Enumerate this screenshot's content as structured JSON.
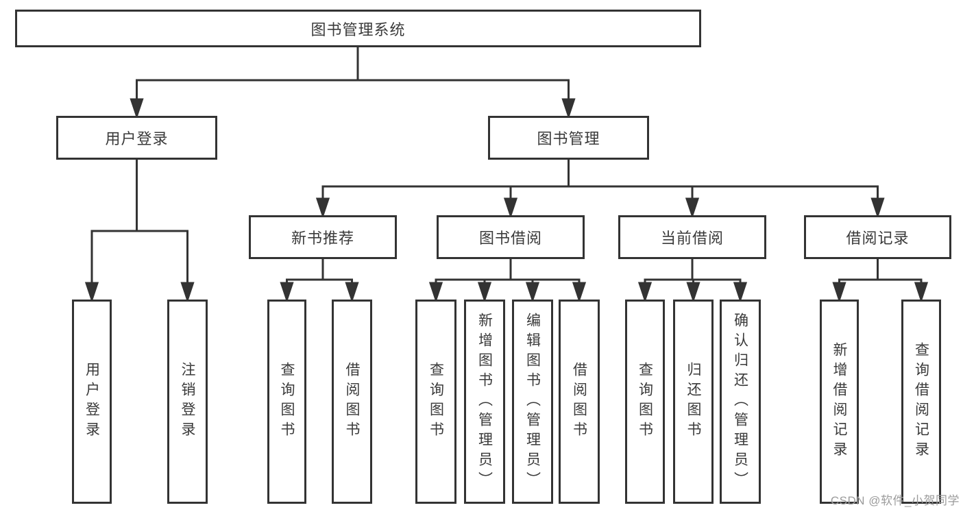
{
  "nodes": {
    "root": {
      "label": "图书管理系统"
    },
    "level2": [
      {
        "label": "用户登录"
      },
      {
        "label": "图书管理"
      }
    ],
    "level3": [
      {
        "label": "新书推荐"
      },
      {
        "label": "图书借阅"
      },
      {
        "label": "当前借阅"
      },
      {
        "label": "借阅记录"
      }
    ],
    "leaves": [
      {
        "label": "用户登录"
      },
      {
        "label": "注销登录"
      },
      {
        "label": "查询图书"
      },
      {
        "label": "借阅图书"
      },
      {
        "label": "查询图书"
      },
      {
        "label": "新增图书（管理员）"
      },
      {
        "label": "编辑图书（管理员）"
      },
      {
        "label": "借阅图书"
      },
      {
        "label": "查询图书"
      },
      {
        "label": "归还图书"
      },
      {
        "label": "确认归还（管理员）"
      },
      {
        "label": "新增借阅记录"
      },
      {
        "label": "查询借阅记录"
      }
    ]
  },
  "watermark": {
    "text": "CSDN @软件_小贺同学"
  },
  "colors": {
    "line": "#333333",
    "text": "#3a3a3a",
    "background": "#ffffff",
    "watermark": "#9b9b9b"
  }
}
